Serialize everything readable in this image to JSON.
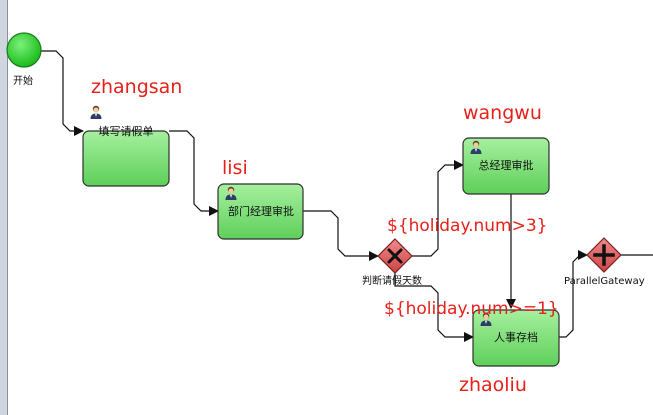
{
  "start_event": {
    "label": "开始",
    "color": "#22cc22"
  },
  "tasks": [
    {
      "id": "t1",
      "label": "填写请假单",
      "assignee": "zhangsan"
    },
    {
      "id": "t2",
      "label": "部门经理审批",
      "assignee": "lisi"
    },
    {
      "id": "t3",
      "label": "总经理审批",
      "assignee": "wangwu"
    },
    {
      "id": "t4",
      "label": "人事存档",
      "assignee": "zhaoliu"
    }
  ],
  "gateways": {
    "exclusive": {
      "label": "判断请假天数",
      "icon": "x-icon"
    },
    "parallel": {
      "label": "ParallelGateway",
      "icon": "plus-icon"
    }
  },
  "conditions": {
    "to_general_manager": "${holiday.num>3}",
    "to_hr": "${holiday.num>=1}"
  },
  "colors": {
    "task_fill": "#7ee07a",
    "gateway_fill": "#e06666",
    "annotation": "#e8201a"
  }
}
